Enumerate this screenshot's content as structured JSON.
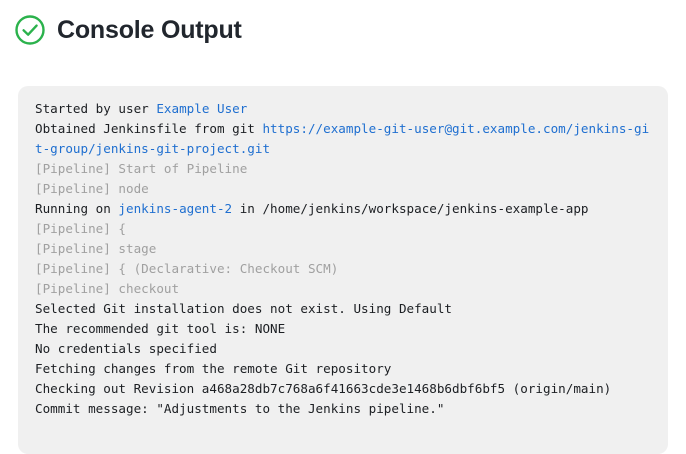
{
  "header": {
    "status_icon": "check-circle-icon",
    "status_color": "#2bb24c",
    "title": "Console Output"
  },
  "console": {
    "link_color": "#1f6fd0",
    "muted_color": "#a0a0a0",
    "text_color": "#1c1f23",
    "background": "#f0f0f0",
    "lines": [
      {
        "style": "normal",
        "segments": [
          {
            "text": "Started by user ",
            "type": "text"
          },
          {
            "text": "Example User",
            "type": "link"
          }
        ]
      },
      {
        "style": "normal",
        "segments": [
          {
            "text": "Obtained Jenkinsfile from git ",
            "type": "text"
          },
          {
            "text": "https://example-git-user@git.example.com/jenkins-git-group/jenkins-git-project.git",
            "type": "link"
          }
        ]
      },
      {
        "style": "muted",
        "segments": [
          {
            "text": "[Pipeline] Start of Pipeline",
            "type": "text"
          }
        ]
      },
      {
        "style": "muted",
        "segments": [
          {
            "text": "[Pipeline] node",
            "type": "text"
          }
        ]
      },
      {
        "style": "normal",
        "segments": [
          {
            "text": "Running on ",
            "type": "text"
          },
          {
            "text": "jenkins-agent-2",
            "type": "link"
          },
          {
            "text": " in /home/jenkins/workspace/jenkins-example-app",
            "type": "text"
          }
        ]
      },
      {
        "style": "muted",
        "segments": [
          {
            "text": "[Pipeline] {",
            "type": "text"
          }
        ]
      },
      {
        "style": "muted",
        "segments": [
          {
            "text": "[Pipeline] stage",
            "type": "text"
          }
        ]
      },
      {
        "style": "muted",
        "segments": [
          {
            "text": "[Pipeline] { (Declarative: Checkout SCM)",
            "type": "text"
          }
        ]
      },
      {
        "style": "muted",
        "segments": [
          {
            "text": "[Pipeline] checkout",
            "type": "text"
          }
        ]
      },
      {
        "style": "normal",
        "segments": [
          {
            "text": "Selected Git installation does not exist. Using Default",
            "type": "text"
          }
        ]
      },
      {
        "style": "normal",
        "segments": [
          {
            "text": "The recommended git tool is: NONE",
            "type": "text"
          }
        ]
      },
      {
        "style": "normal",
        "segments": [
          {
            "text": "No credentials specified",
            "type": "text"
          }
        ]
      },
      {
        "style": "normal",
        "segments": [
          {
            "text": "Fetching changes from the remote Git repository",
            "type": "text"
          }
        ]
      },
      {
        "style": "normal",
        "segments": [
          {
            "text": "Checking out Revision a468a28db7c768a6f41663cde3e1468b6dbf6bf5 (origin/main)",
            "type": "text"
          }
        ]
      },
      {
        "style": "normal",
        "segments": [
          {
            "text": "Commit message: \"Adjustments to the Jenkins pipeline.\"",
            "type": "text"
          }
        ]
      }
    ]
  }
}
